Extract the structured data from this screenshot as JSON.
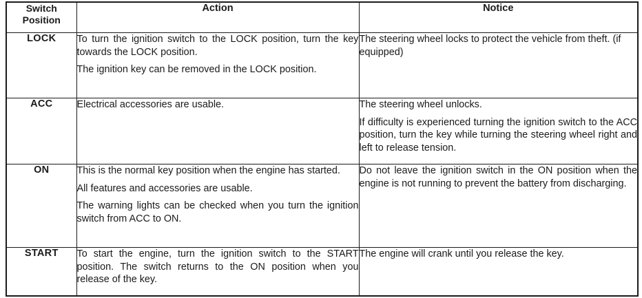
{
  "table": {
    "headers": {
      "switch_position": "Switch\nPosition",
      "switch_position_line1": "Switch",
      "switch_position_line2": "Position",
      "action": "Action",
      "notice": "Notice"
    },
    "rows": [
      {
        "position": "LOCK",
        "action": [
          "To turn the ignition switch to the LOCK position, turn the key towards the LOCK position.",
          "The ignition key can be removed in the LOCK position."
        ],
        "notice": [
          "The steering wheel locks to protect the vehicle from theft. (if equipped)"
        ]
      },
      {
        "position": "ACC",
        "action": [
          "Electrical accessories are usable."
        ],
        "notice": [
          "The steering wheel unlocks.",
          "If difficulty is experienced turning the ignition switch to the ACC position, turn the key while turning the steering wheel right and left to release tension."
        ]
      },
      {
        "position": "ON",
        "action": [
          "This is the normal key position when the engine has started.",
          "All features and accessories are usable.",
          "The warning lights can be checked when  you turn the ignition switch from ACC to ON."
        ],
        "notice": [
          "Do not leave the ignition switch in the ON position when the engine is not  running to prevent the battery from discharging."
        ]
      },
      {
        "position": "START",
        "action": [
          "To start the engine, turn the ignition switch to the START position. The switch returns to the ON  position when you release of the key."
        ],
        "notice": [
          "The engine will crank until you release the key."
        ]
      }
    ]
  },
  "colors": {
    "border": "#1a1a1a",
    "text": "#1a1a1a",
    "background": "#ffffff"
  }
}
